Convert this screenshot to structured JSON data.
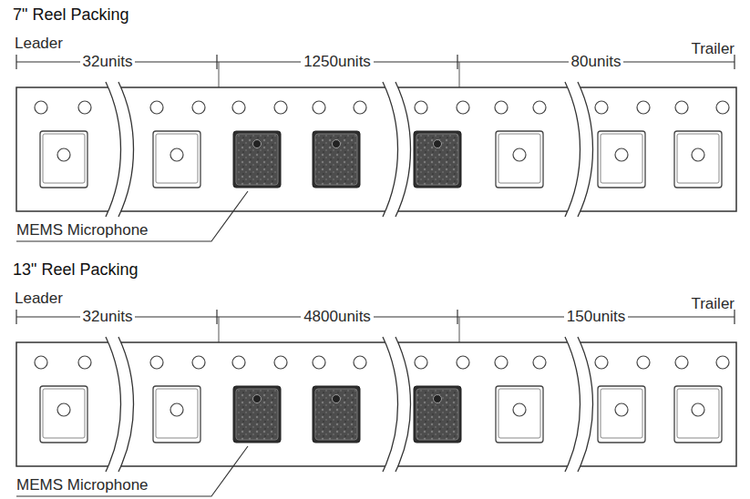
{
  "diagram": {
    "labels": [
      "7\" Reel Packing",
      "Leader",
      "32units",
      "1250units",
      "80units",
      "Trailer",
      "MEMS Microphone",
      "13\" Reel Packing",
      "Leader",
      "32units",
      "4800units",
      "150units",
      "Trailer",
      "MEMS Microphone"
    ]
  }
}
